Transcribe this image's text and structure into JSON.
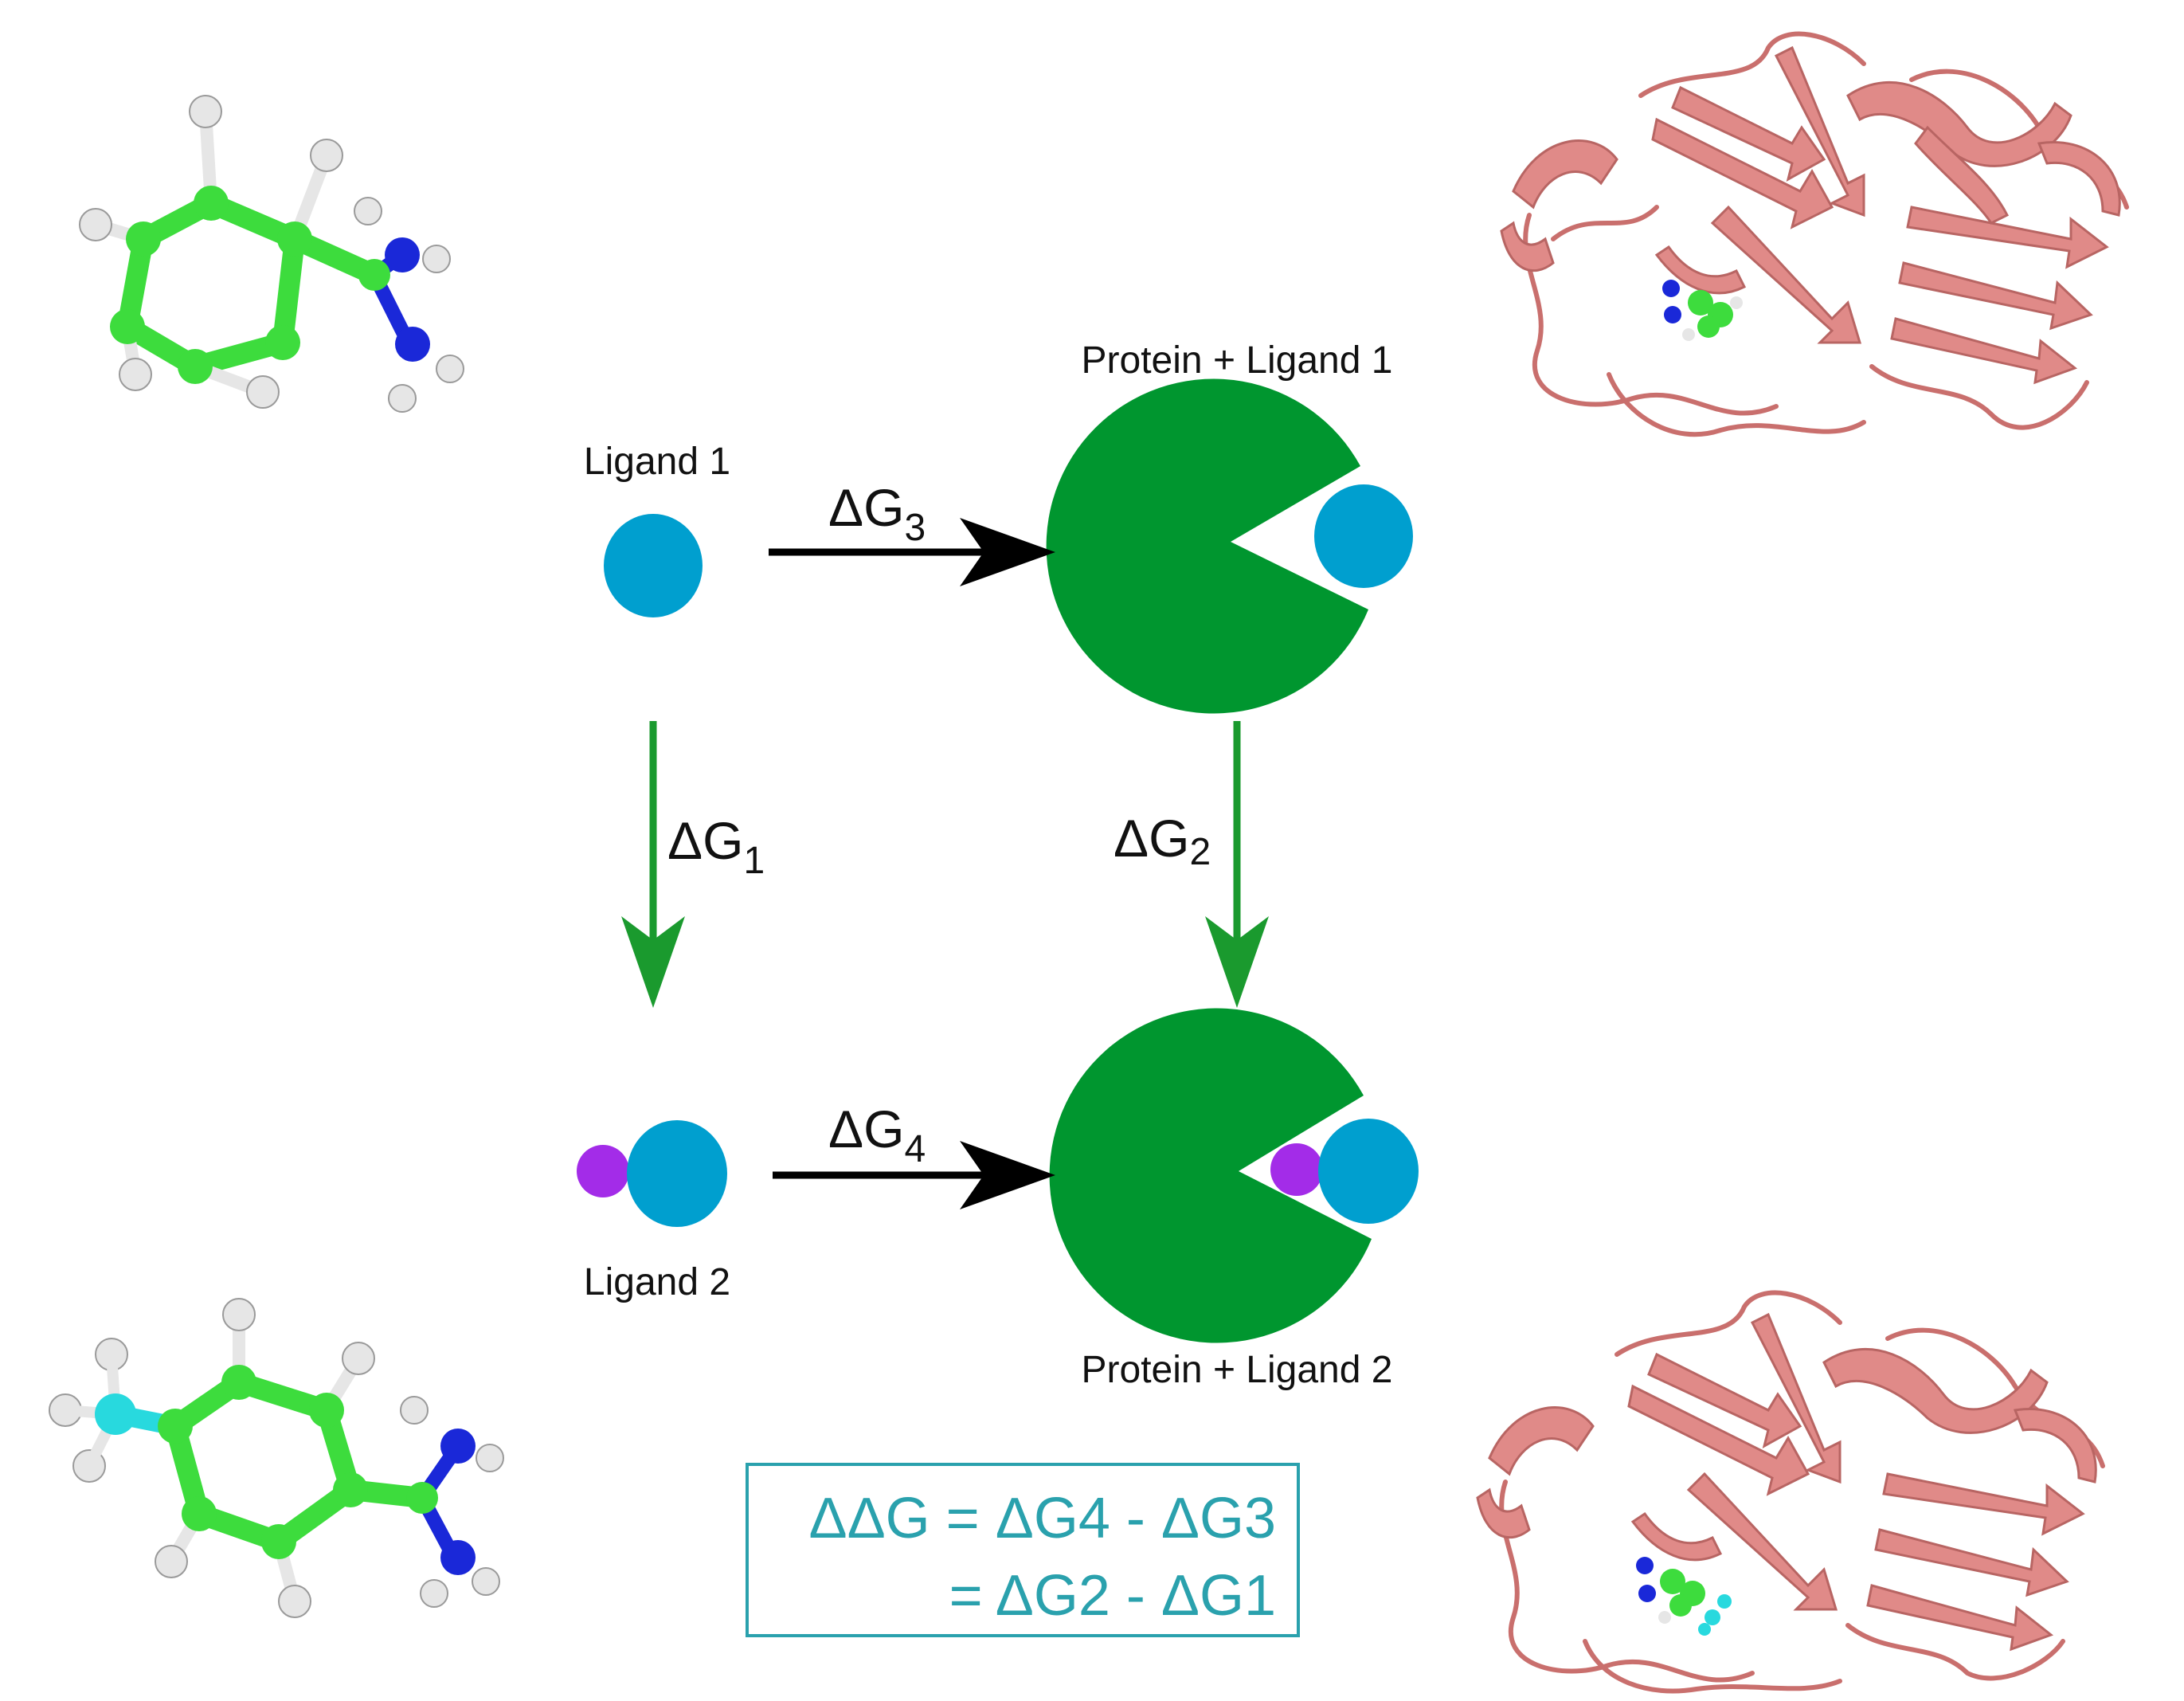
{
  "labels": {
    "ligand1": "Ligand 1",
    "ligand2": "Ligand 2",
    "complex1": "Protein + Ligand 1",
    "complex2": "Protein + Ligand 2"
  },
  "arrows": {
    "dg1": {
      "main": "ΔG",
      "sub": "1"
    },
    "dg2": {
      "main": "ΔG",
      "sub": "2"
    },
    "dg3": {
      "main": "ΔG",
      "sub": "3"
    },
    "dg4": {
      "main": "ΔG",
      "sub": "4"
    }
  },
  "equation": {
    "line1": "ΔΔG = ΔG4 - ΔG3",
    "line2": "= ΔG2 - ΔG1"
  },
  "colors": {
    "ligand": "#009fcf",
    "substituent": "#a32ce8",
    "protein_blob": "#00962f",
    "green_arrow": "#1a9a2e",
    "black_arrow": "#000000",
    "equation": "#2aa1ad",
    "ribbon": "#e08a88",
    "carbon": "#3ddc3d",
    "hydrogen": "#e6e6e6",
    "nitrogen": "#1a28d8",
    "fluorine_group": "#28d9de"
  }
}
